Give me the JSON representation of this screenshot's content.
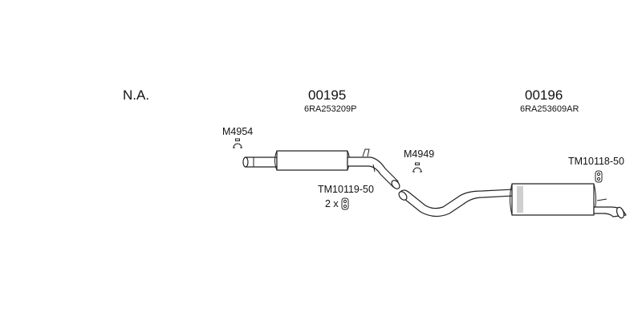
{
  "section_na": "N.A.",
  "front_silencer": {
    "code": "00195",
    "ref": "6RA253209P"
  },
  "rear_silencer": {
    "code": "00196",
    "ref": "6RA253609AR"
  },
  "parts": {
    "clamp_front": "M4954",
    "clamp_middle": "M4949",
    "hanger_front": "TM10119-50",
    "hanger_front_qty": "2 x",
    "hanger_rear": "TM10118-50"
  },
  "colors": {
    "line": "#222222",
    "shade": "#cfcfcf",
    "background": "#ffffff"
  },
  "icons": {
    "clamp": "clamp-icon",
    "hanger": "rubber-hanger-icon"
  }
}
